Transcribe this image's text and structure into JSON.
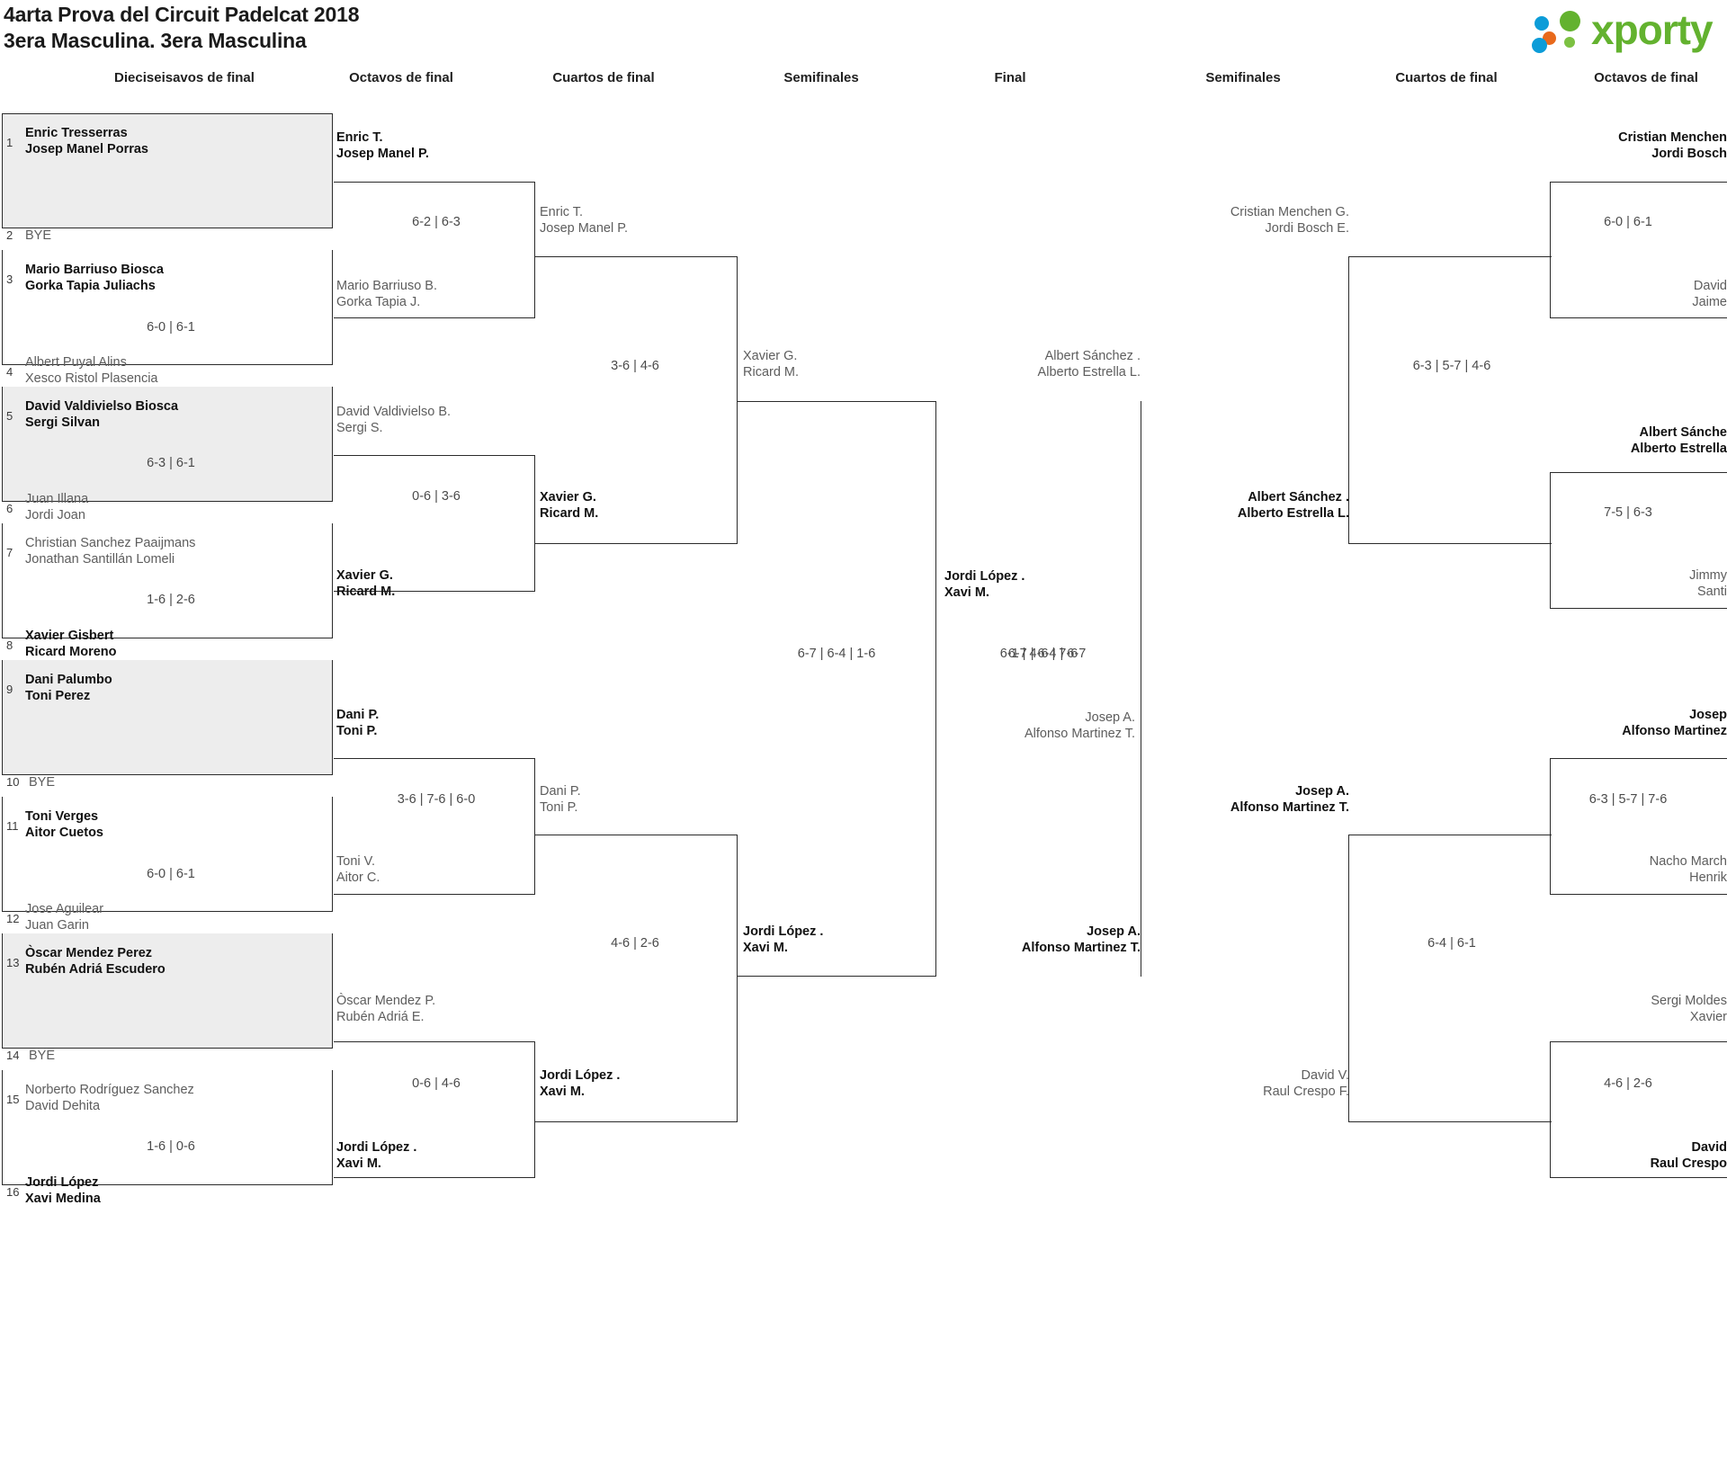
{
  "header": {
    "title_line1": "4arta Prova del Circuit Padelcat 2018",
    "title_line2": "3era Masculina. 3era Masculina",
    "logo_text": "xporty",
    "logo_colors": {
      "green": "#63B22F",
      "blue": "#0C9CD8",
      "orange": "#E8691B"
    }
  },
  "round_headers": [
    {
      "label": "Dieciseisavos de final"
    },
    {
      "label": "Octavos de final"
    },
    {
      "label": "Cuartos de final"
    },
    {
      "label": "Semifinales"
    },
    {
      "label": "Final"
    },
    {
      "label": "Semifinales"
    },
    {
      "label": "Cuartos de final"
    },
    {
      "label": "Octavos de final"
    }
  ],
  "round1": [
    {
      "seed": "1",
      "p1": "Enric Tresserras",
      "p2": "Josep Manel Porras",
      "winner": true
    },
    {
      "seed": "2",
      "bye": "BYE"
    },
    {
      "seed": "3",
      "p1": "Mario Barriuso Biosca",
      "p2": "Gorka Tapia Juliachs",
      "winner": true
    },
    {
      "seed": "4",
      "p1": "Albert Puyal Alins",
      "p2": "Xesco Ristol Plasencia",
      "winner": false
    },
    {
      "seed": "5",
      "p1": "David Valdivielso Biosca",
      "p2": "Sergi Silvan",
      "winner": true
    },
    {
      "seed": "6",
      "p1": "Juan Illana",
      "p2": "Jordi Joan",
      "winner": false
    },
    {
      "seed": "7",
      "p1": "Christian Sanchez Paaijmans",
      "p2": "Jonathan Santillán Lomeli",
      "winner": false
    },
    {
      "seed": "8",
      "p1": "Xavier Gisbert",
      "p2": "Ricard Moreno",
      "winner": true
    },
    {
      "seed": "9",
      "p1": "Dani Palumbo",
      "p2": "Toni Perez",
      "winner": true
    },
    {
      "seed": "10",
      "bye": "BYE"
    },
    {
      "seed": "11",
      "p1": "Toni Verges",
      "p2": "Aitor Cuetos",
      "winner": true
    },
    {
      "seed": "12",
      "p1": "Jose Aguilear",
      "p2": "Juan Garin",
      "winner": false
    },
    {
      "seed": "13",
      "p1": "Òscar Mendez Perez",
      "p2": "Rubén Adriá Escudero",
      "winner": true
    },
    {
      "seed": "14",
      "bye": "BYE"
    },
    {
      "seed": "15",
      "p1": "Norberto Rodríguez Sanchez",
      "p2": "David Dehita",
      "winner": false
    },
    {
      "seed": "16",
      "p1": "Jordi López",
      "p2": "Xavi Medina",
      "winner": true
    }
  ],
  "round1_scores": [
    "6-0 | 6-1",
    "6-3 | 6-1",
    "1-6 | 2-6",
    "6-0 | 6-1",
    "1-6 | 0-6"
  ],
  "left": {
    "octavos": [
      {
        "p1": "Enric T.",
        "p2": "Josep Manel P.",
        "winner": true
      },
      {
        "p1": "Mario Barriuso B.",
        "p2": "Gorka Tapia J.",
        "winner": false
      },
      {
        "p1": "David Valdivielso B.",
        "p2": "Sergi S.",
        "winner": false
      },
      {
        "p1": "Xavier G.",
        "p2": "Ricard M.",
        "winner": true
      },
      {
        "p1": "Dani P.",
        "p2": "Toni P.",
        "winner": true
      },
      {
        "p1": "Toni V.",
        "p2": "Aitor C.",
        "winner": false
      },
      {
        "p1": "Òscar Mendez P.",
        "p2": "Rubén Adriá E.",
        "winner": false
      },
      {
        "p1": "Jordi López .",
        "p2": "Xavi M.",
        "winner": true
      }
    ],
    "octavos_scores": [
      "6-2 | 6-3",
      "0-6 | 3-6",
      "3-6 | 7-6 | 6-0",
      "0-6 | 4-6"
    ],
    "cuartos": [
      {
        "p1": "Enric T.",
        "p2": "Josep Manel P.",
        "winner": false
      },
      {
        "p1": "Xavier G.",
        "p2": "Ricard M.",
        "winner": true
      },
      {
        "p1": "Dani P.",
        "p2": "Toni P.",
        "winner": false
      },
      {
        "p1": "Jordi López .",
        "p2": "Xavi M.",
        "winner": true
      }
    ],
    "cuartos_scores": [
      "3-6 | 4-6",
      "4-6 | 2-6"
    ],
    "semifinales": [
      {
        "p1": "Xavier G.",
        "p2": "Ricard M.",
        "winner": false
      },
      {
        "p1": "Jordi López .",
        "p2": "Xavi M.",
        "winner": true
      }
    ],
    "semifinales_score": "6-7 | 6-4 | 1-6"
  },
  "final": {
    "top": {
      "p1": "Jordi López .",
      "p2": "Xavi M.",
      "winner": true
    },
    "bottom": {
      "p1": "Josep A.",
      "p2": "Alfonso Martinez T.",
      "winner": false
    },
    "score": "6-1 | 4-6 | 7-6"
  },
  "right": {
    "semifinales": [
      {
        "p1": "Albert Sánchez .",
        "p2": "Alberto Estrella L.",
        "winner": false
      },
      {
        "p1": "Josep A.",
        "p2": "Alfonso Martinez T.",
        "winner": true
      }
    ],
    "semifinales_score": "6-7 | 6-4 | 6-7",
    "cuartos": [
      {
        "p1": "Cristian Menchen G.",
        "p2": "Jordi Bosch E.",
        "winner": false
      },
      {
        "p1": "Albert Sánchez .",
        "p2": "Alberto Estrella L.",
        "winner": true
      },
      {
        "p1": "Josep A.",
        "p2": "Alfonso Martinez T.",
        "winner": true
      },
      {
        "p1": "David V.",
        "p2": "Raul Crespo F.",
        "winner": false
      }
    ],
    "cuartos_scores": [
      "6-3 | 5-7 | 4-6",
      "6-4 | 6-1"
    ],
    "octavos": [
      {
        "p1": "Cristian Menchen",
        "p2": "Jordi Bosch",
        "winner": true
      },
      {
        "p1": "David",
        "p2": "Jaime",
        "winner": false
      },
      {
        "p1": "Albert Sánche",
        "p2": "Alberto Estrella",
        "winner": true
      },
      {
        "p1": "Jimmy",
        "p2": "Santi",
        "winner": false
      },
      {
        "p1": "Josep",
        "p2": "Alfonso Martinez",
        "winner": true
      },
      {
        "p1": "Nacho March",
        "p2": "Henrik",
        "winner": false
      },
      {
        "p1": "Sergi Moldes",
        "p2": "Xavier",
        "winner": false
      },
      {
        "p1": "David",
        "p2": "Raul Crespo",
        "winner": true
      }
    ],
    "octavos_scores": [
      "6-0 | 6-1",
      "7-5 | 6-3",
      "6-3 | 5-7 | 7-6",
      "4-6 | 2-6"
    ]
  }
}
